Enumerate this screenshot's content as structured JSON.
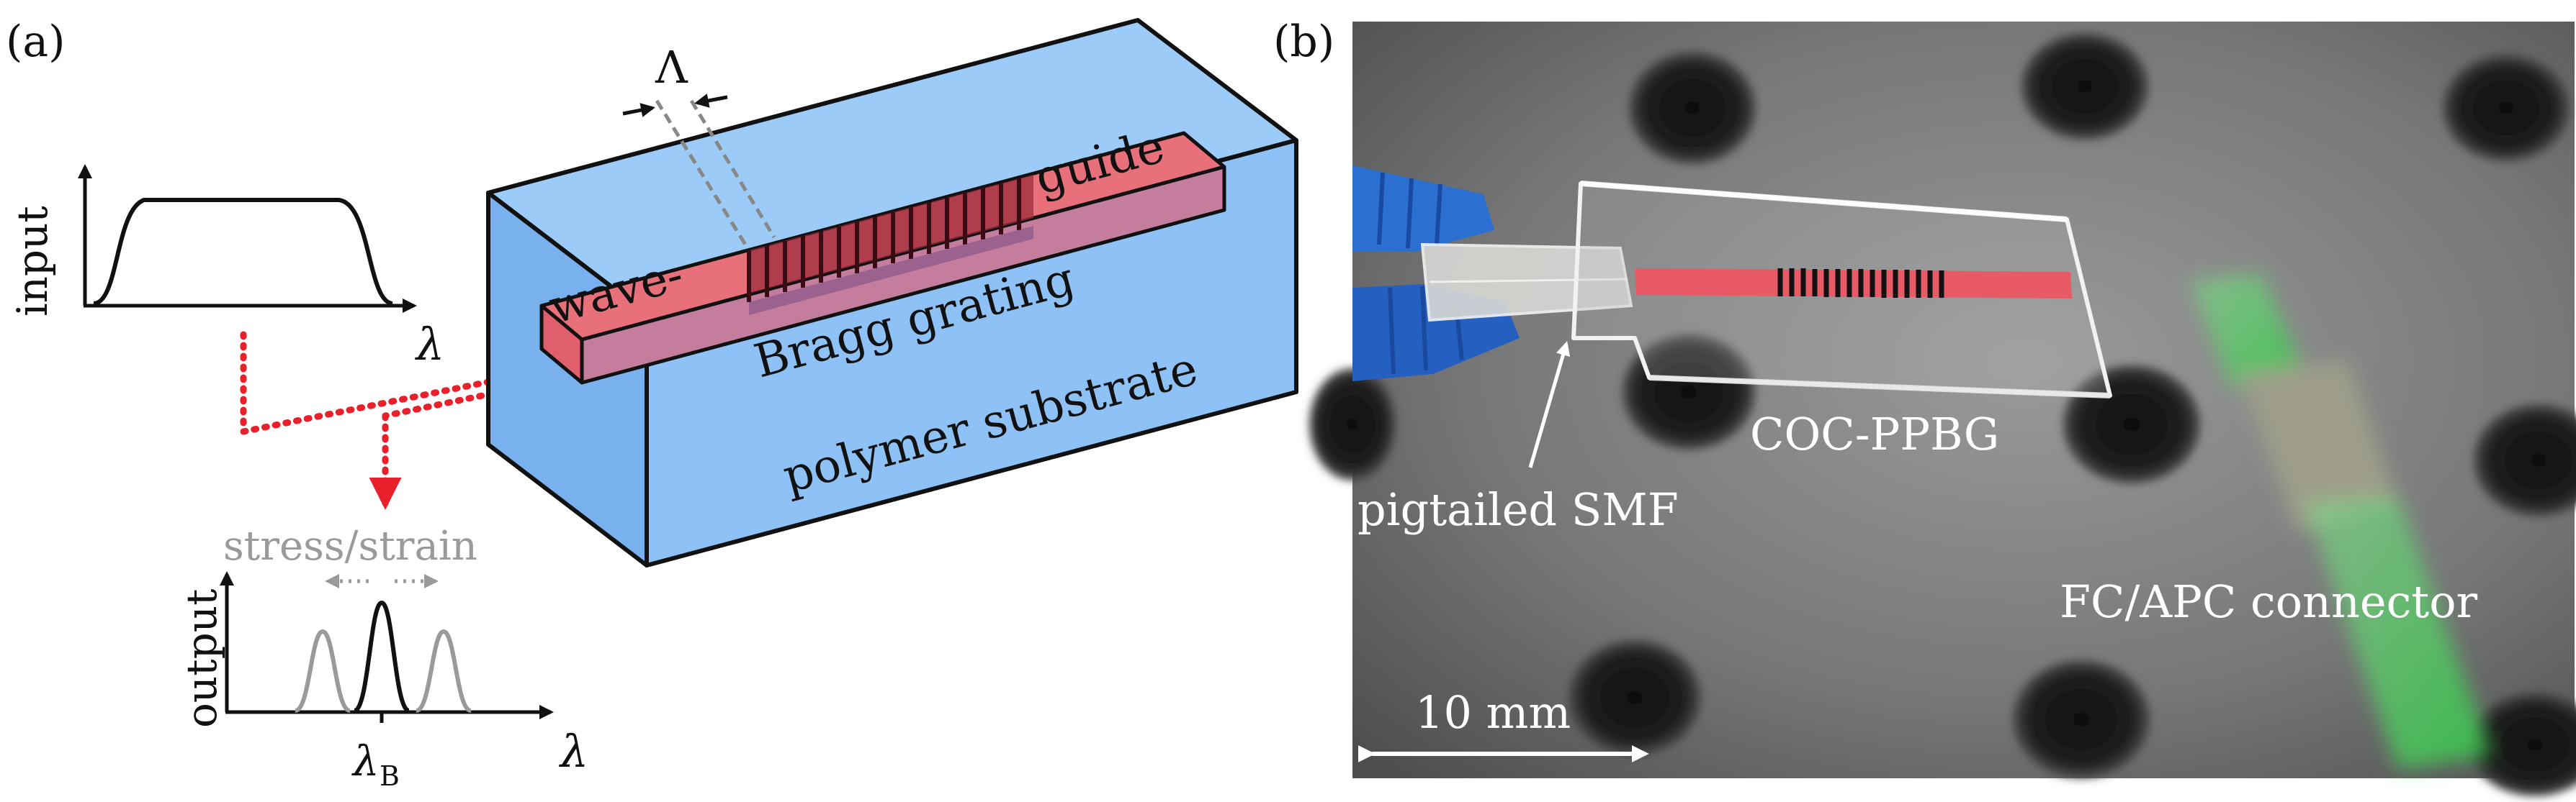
{
  "panel_a": {
    "panel_label": "(a)",
    "period_symbol": "Λ",
    "input_axis_label": "input",
    "output_axis_label": "output",
    "wavelength_symbol": "λ",
    "bragg_wavelength_symbol": "λ",
    "bragg_wavelength_subscript": "B",
    "stress_label": "stress/strain",
    "waveguide_part1": "wave-",
    "waveguide_part2": "guide",
    "grating_label": "Bragg grating",
    "substrate_label": "polymer substrate",
    "colors": {
      "substrate_fill": "#8ec3f5",
      "waveguide_fill": "#e8707a",
      "arrow_red": "#e8202a",
      "shift_gray": "#9a9a9a"
    }
  },
  "panel_b": {
    "panel_label": "(b)",
    "label_fiber": "pigtailed SMF",
    "label_chip": "COC-PPBG",
    "label_connector": "FC/APC connector",
    "scale_bar_label": "10 mm",
    "colors": {
      "table_gray": "#7c7c7c",
      "fiber_green": "#3fc24e",
      "clamp_blue": "#2b6fd1",
      "waveguide_red": "#e85a66"
    }
  }
}
